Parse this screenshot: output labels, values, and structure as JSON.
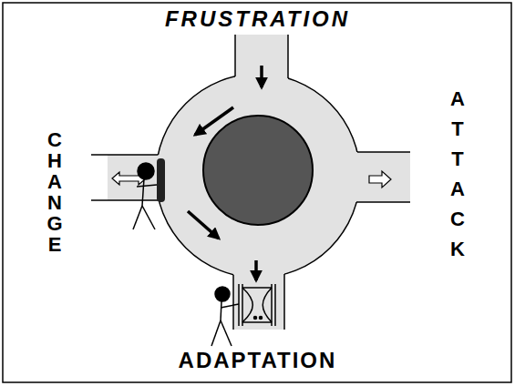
{
  "diagram": {
    "labels": [
      "FRUSTRATION",
      "CHANGE",
      "ATTACK",
      "ADAPTATION"
    ]
  }
}
